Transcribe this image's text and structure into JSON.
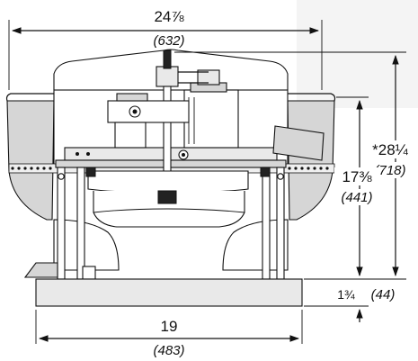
{
  "dimensions": {
    "overall_width": {
      "imperial": "24⅞",
      "metric": "(632)"
    },
    "overall_height": {
      "imperial": "*28¼",
      "metric": "(718)"
    },
    "body_height": {
      "imperial": "17⅜",
      "metric": "(441)"
    },
    "curb_height": {
      "imperial": "1¾",
      "metric": "(44)"
    },
    "base_width": {
      "imperial": "19",
      "metric": "(483)"
    }
  }
}
